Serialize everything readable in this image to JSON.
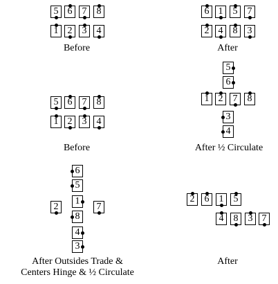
{
  "captions": {
    "before_1": "Before",
    "after_1": "After",
    "before_2": "Before",
    "after_half_circulate": "After ½ Circulate",
    "after_outsides_line1": "After Outsides Trade &",
    "after_outsides_line2": "Centers Hinge & ½ Circulate",
    "after_3": "After"
  },
  "formations": [
    {
      "id": "panel-1-before",
      "dancers": [
        {
          "label": "5",
          "facing": "south"
        },
        {
          "label": "6",
          "facing": "north"
        },
        {
          "label": "7",
          "facing": "south"
        },
        {
          "label": "8",
          "facing": "north"
        },
        {
          "label": "1",
          "facing": "north"
        },
        {
          "label": "2",
          "facing": "south"
        },
        {
          "label": "3",
          "facing": "north"
        },
        {
          "label": "4",
          "facing": "south"
        }
      ]
    },
    {
      "id": "panel-1-after",
      "dancers": [
        {
          "label": "6",
          "facing": "north"
        },
        {
          "label": "1",
          "facing": "south"
        },
        {
          "label": "5",
          "facing": "north"
        },
        {
          "label": "7",
          "facing": "south"
        },
        {
          "label": "2",
          "facing": "north"
        },
        {
          "label": "4",
          "facing": "south"
        },
        {
          "label": "8",
          "facing": "north"
        },
        {
          "label": "3",
          "facing": "south"
        }
      ]
    },
    {
      "id": "panel-2-before",
      "dancers": [
        {
          "label": "5",
          "facing": "south"
        },
        {
          "label": "6",
          "facing": "north"
        },
        {
          "label": "7",
          "facing": "south"
        },
        {
          "label": "8",
          "facing": "north"
        },
        {
          "label": "1",
          "facing": "north"
        },
        {
          "label": "2",
          "facing": "south"
        },
        {
          "label": "3",
          "facing": "north"
        },
        {
          "label": "4",
          "facing": "south"
        }
      ]
    },
    {
      "id": "panel-2-after",
      "dancers": [
        {
          "label": "5",
          "facing": "east"
        },
        {
          "label": "6",
          "facing": "east"
        },
        {
          "label": "1",
          "facing": "north"
        },
        {
          "label": "2",
          "facing": "north"
        },
        {
          "label": "7",
          "facing": "south"
        },
        {
          "label": "8",
          "facing": "north"
        },
        {
          "label": "3",
          "facing": "west"
        },
        {
          "label": "4",
          "facing": "west"
        }
      ]
    },
    {
      "id": "panel-3-before",
      "dancers": [
        {
          "label": "6",
          "facing": "west"
        },
        {
          "label": "5",
          "facing": "west"
        },
        {
          "label": "2",
          "facing": "south"
        },
        {
          "label": "1",
          "facing": "east"
        },
        {
          "label": "8",
          "facing": "west"
        },
        {
          "label": "7",
          "facing": "south"
        },
        {
          "label": "4",
          "facing": "east"
        },
        {
          "label": "3",
          "facing": "east"
        }
      ]
    },
    {
      "id": "panel-3-after",
      "dancers": [
        {
          "label": "2",
          "facing": "north"
        },
        {
          "label": "6",
          "facing": "north"
        },
        {
          "label": "1",
          "facing": "south"
        },
        {
          "label": "5",
          "facing": "north"
        },
        {
          "label": "4",
          "facing": "north"
        },
        {
          "label": "8",
          "facing": "south"
        },
        {
          "label": "3",
          "facing": "north"
        },
        {
          "label": "7",
          "facing": "south"
        }
      ]
    }
  ]
}
